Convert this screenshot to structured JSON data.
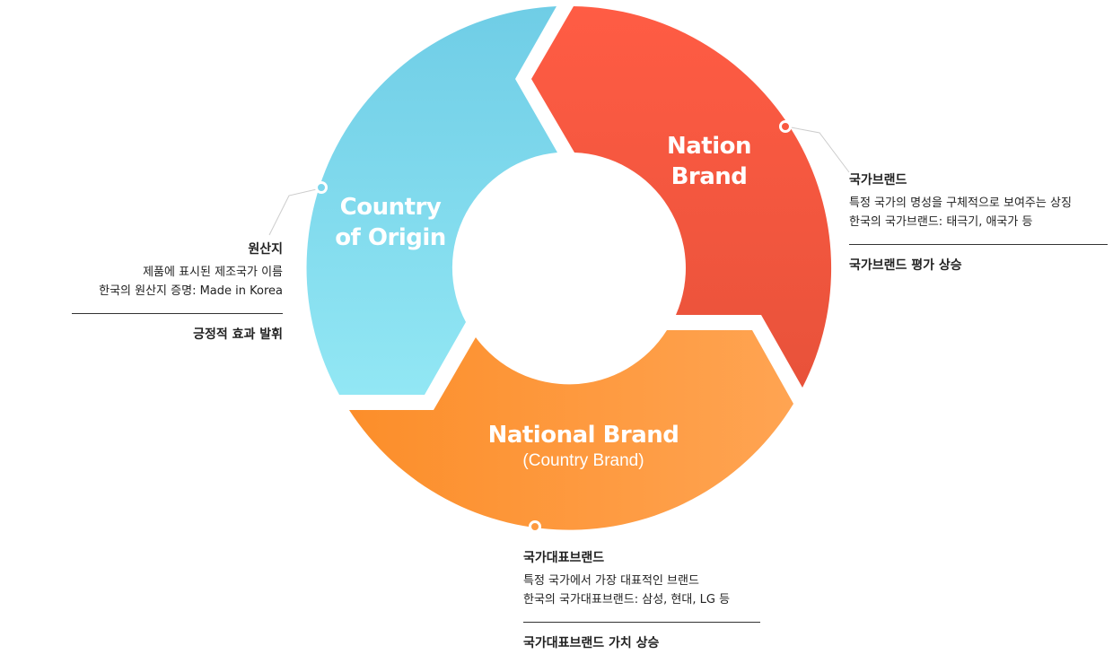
{
  "segments": {
    "country_of_origin": {
      "line1": "Country",
      "line2": "of Origin",
      "colors": [
        "#6FCDE6",
        "#92E7F4"
      ]
    },
    "nation_brand": {
      "line1": "Nation",
      "line2": "Brand",
      "colors": [
        "#FF5C44",
        "#E8523A"
      ]
    },
    "national_brand": {
      "line1": "National Brand",
      "line2": "(Country Brand)",
      "colors": [
        "#FC8E2A",
        "#FFA452"
      ]
    }
  },
  "annotations": {
    "origin": {
      "title": "원산지",
      "lines": [
        "제품에 표시된 제조국가 이름",
        "한국의 원산지 증명: Made in Korea"
      ],
      "result": "긍정적 효과 발휘"
    },
    "nation": {
      "title": "국가브랜드",
      "lines": [
        "특정 국가의 명성을 구체적으로 보여주는 상징",
        "한국의 국가브랜드: 태극기, 애국가 등"
      ],
      "result": "국가브랜드 평가 상승"
    },
    "national": {
      "title": "국가대표브랜드",
      "lines": [
        "특정 국가에서 가장 대표적인 브랜드",
        "한국의 국가대표브랜드: 삼성, 현대, LG 등"
      ],
      "result": "국가대표브랜드 가치 상승"
    }
  }
}
